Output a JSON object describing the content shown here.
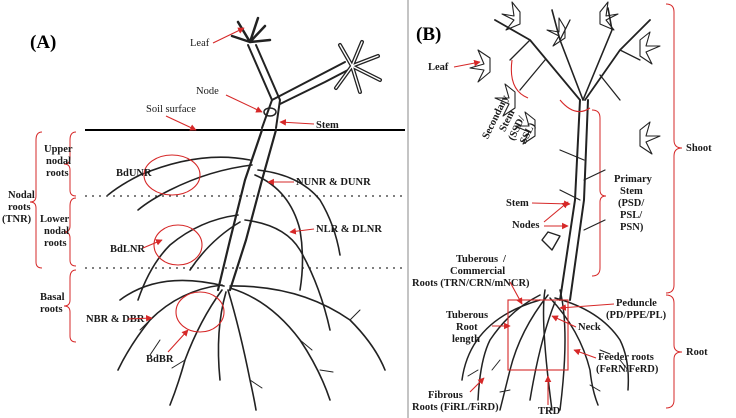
{
  "panels": {
    "a": "(A)",
    "b": "(B)"
  },
  "panel_a": {
    "leaf": "Leaf",
    "node": "Node",
    "soil_surface": "Soil surface",
    "stem": "Stem",
    "nodal_roots_l1": "Nodal",
    "nodal_roots_l2": "roots",
    "nodal_roots_l3": "(TNR)",
    "upper_l1": "Upper",
    "upper_l2": "nodal",
    "upper_l3": "roots",
    "lower_l1": "Lower",
    "lower_l2": "nodal",
    "lower_l3": "roots",
    "basal_l1": "Basal",
    "basal_l2": "roots",
    "bdunr": "BdUNR",
    "nunr_dunr": "NUNR & DUNR",
    "bdlnr": "BdLNR",
    "nlr_dlnr": "NLR & DLNR",
    "nbr_dbr": "NBR & DBR",
    "bdbr": "BdBR"
  },
  "panel_b": {
    "leaf": "Leaf",
    "secondary_l1": "Secondary",
    "secondary_l2": "Stem",
    "secondary_l3": "(SSD/",
    "secondary_l4": "SSL)",
    "stem": "Stem",
    "nodes": "Nodes",
    "primary_l1": "Primary",
    "primary_l2": "Stem",
    "primary_l3": "(PSD/",
    "primary_l4": "PSL/",
    "primary_l5": "PSN)",
    "shoot": "Shoot",
    "root": "Root",
    "tuberous_l1": "Tuberous",
    "tuberous_l2": "/",
    "tuberous_l3": "Commercial",
    "tuberous_l4": "Roots (TRN/CRN/mNCR)",
    "peduncle_l1": "Peduncle",
    "peduncle_l2": "(PD/PPE/PL)",
    "trl_l1": "Tuberous",
    "trl_l2": "Root",
    "trl_l3": "length",
    "neck": "Neck",
    "feeder_l1": "Feeder roots",
    "feeder_l2": "(FeRN/FeRD)",
    "fibrous_l1": "Fibrous",
    "fibrous_l2": "Roots (FiRL/FiRD)",
    "trd": "TRD"
  }
}
